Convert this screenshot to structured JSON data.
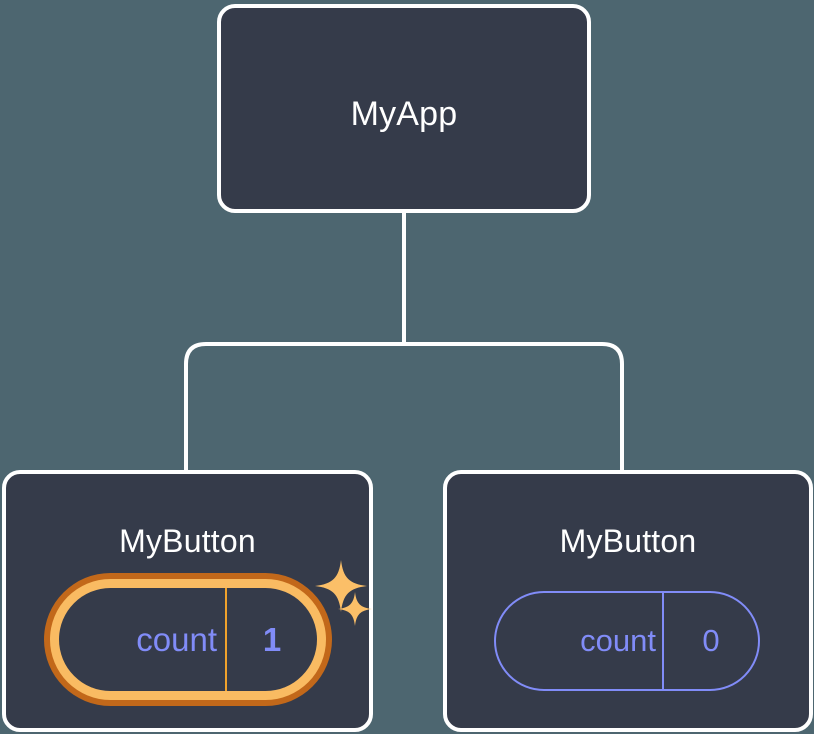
{
  "diagram": {
    "type": "component-tree",
    "background_color": "#4d6670",
    "node_fill_color": "#353b4a",
    "node_border_color": "#ffffff",
    "edge_color": "#ffffff",
    "accent_highlight_outer": "#c2681a",
    "accent_highlight_inner": "#f9bb62",
    "state_text_color": "#818cf8",
    "sparkle_color": "#fbbf68",
    "title_text_color": "#ffffff"
  },
  "root": {
    "label": "MyApp"
  },
  "children": [
    {
      "label": "MyButton",
      "state": {
        "key": "count",
        "value": "1"
      },
      "highlighted": true,
      "sparkles": [
        {
          "name": "sparkle-large"
        },
        {
          "name": "sparkle-small"
        }
      ]
    },
    {
      "label": "MyButton",
      "state": {
        "key": "count",
        "value": "0"
      },
      "highlighted": false
    }
  ],
  "edges": [
    {
      "from": "MyApp",
      "to": "MyButton-left"
    },
    {
      "from": "MyApp",
      "to": "MyButton-right"
    }
  ]
}
